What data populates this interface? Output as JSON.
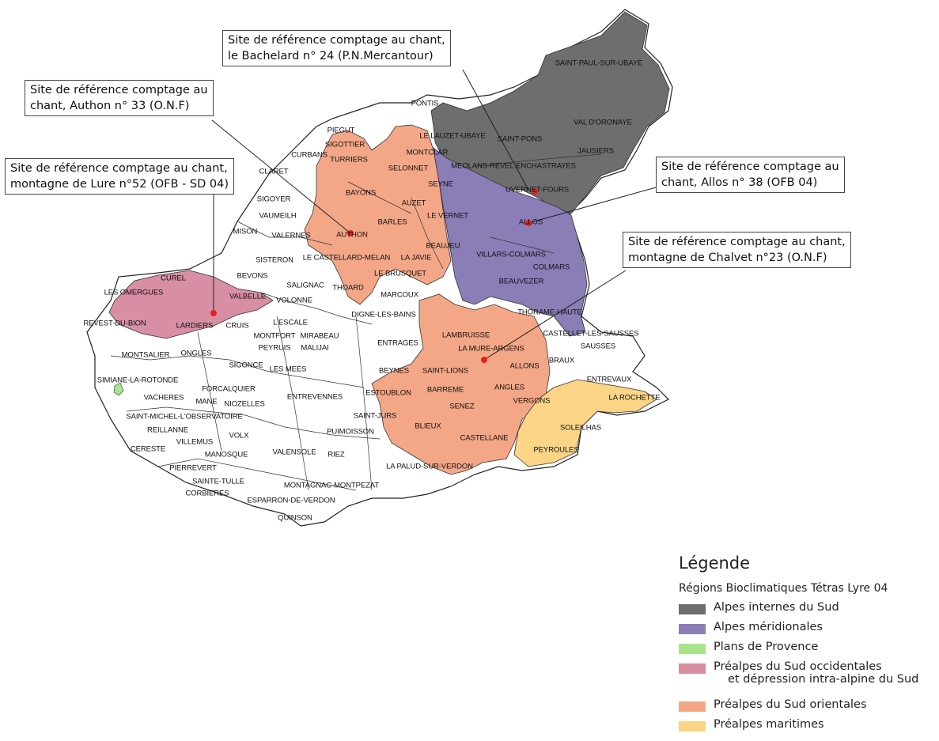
{
  "colors": {
    "alpes_internes": "#6e6e6e",
    "alpes_meridionales": "#8b7db6",
    "plans_provence": "#a8e58a",
    "prealpes_occidentales": "#d88ea3",
    "prealpes_orientales": "#f3a787",
    "prealpes_maritimes": "#fbd485",
    "site_marker": "#e0201f"
  },
  "callouts": {
    "bachelard": [
      "Site de référence comptage au chant,",
      "le Bachelard n° 24 (P.N.Mercantour)"
    ],
    "authon": [
      "Site de référence comptage au",
      "chant, Authon n° 33 (O.N.F)"
    ],
    "lure": [
      "Site de référence comptage au chant,",
      "montagne de Lure n°52 (OFB - SD 04)"
    ],
    "allos": [
      "Site de référence comptage au",
      "chant, Allos n° 38 (OFB 04)"
    ],
    "chalvet": [
      "Site de référence comptage au chant,",
      "montagne de Chalvet n°23 (O.N.F)"
    ]
  },
  "communes": [
    "SAINT-PAUL-SUR-UBAYE",
    "PONTIS",
    "LE LAUZET-UBAYE",
    "SAINT-PONS",
    "VAL D'ORONAYE",
    "JAUSIERS",
    "MEOLANS-REVEL",
    "ENCHASTRAYES",
    "UVERNET-FOURS",
    "ALLOS",
    "PIEGUT",
    "SIGOTTIER",
    "CURBANS",
    "TURRIERS",
    "MONTCLAR",
    "SELONNET",
    "SEYNE",
    "CLARET",
    "SIGOYER",
    "BAYONS",
    "AUZET",
    "VAUMEILH",
    "BARLES",
    "LE VERNET",
    "MISON",
    "VALERNES",
    "AUTHON",
    "BEAUJEU",
    "VILLARS-COLMARS",
    "COLMARS",
    "SISTERON",
    "LE CASTELLARD-MELAN",
    "LA JAVIE",
    "LE BRUSQUET",
    "BEVONS",
    "SALIGNAC",
    "CUREL",
    "LES OMERGUES",
    "VALBELLE",
    "THOARD",
    "BEAUVEZER",
    "MARCOUX",
    "VOLONNE",
    "THORAME-HAUTE",
    "REVEST-DU-BION",
    "LARDIERS",
    "CRUIS",
    "L'ESCALE",
    "DIGNE-LES-BAINS",
    "CASTELLET-LES-SAUSSES",
    "LAMBRUISSE",
    "SAUSSES",
    "MONTFORT",
    "MIRABEAU",
    "PEYRUIS",
    "MALIJAI",
    "ENTRAGES",
    "LA MURE-ARGENS",
    "MONTSALIER",
    "ONGLES",
    "SIGONCE",
    "LES MEES",
    "BEYNES",
    "BRAUX",
    "ALLONS",
    "SAINT-LIONS",
    "SIMIANE-LA-ROTONDE",
    "ENTREVAUX",
    "FORCALQUIER",
    "BARREME",
    "ANGLES",
    "VACHERES",
    "MANE",
    "NIOZELLES",
    "ENTREVENNES",
    "ESTOUBLON",
    "LA ROCHETTE",
    "VERGONS",
    "SENEZ",
    "SAINT-MICHEL-L'OBSERVATOIRE",
    "SAINT-JURS",
    "SOLEILHAS",
    "REILLANNE",
    "PUIMOISSON",
    "BLIEUX",
    "VILLEMUS",
    "VOLX",
    "CASTELLANE",
    "CERESTE",
    "MANOSQUE",
    "VALENSOLE",
    "RIEZ",
    "PEYROULES",
    "PIERREVERT",
    "LA PALUD-SUR-VERDON",
    "SAINTE-TULLE",
    "MONTAGNAC-MONTPEZAT",
    "CORBIERES",
    "ESPARRON-DE-VERDON",
    "QUINSON"
  ],
  "legend": {
    "title": "Légende",
    "subtitle": "Régions Bioclimatiques Tétras Lyre 04",
    "items": [
      {
        "label": "Alpes internes du Sud",
        "color_key": "alpes_internes"
      },
      {
        "label": "Alpes méridionales",
        "color_key": "alpes_meridionales"
      },
      {
        "label": "Plans de Provence",
        "color_key": "plans_provence"
      },
      {
        "label": "Préalpes du Sud occidentales",
        "label2": "et dépression intra-alpine du Sud",
        "color_key": "prealpes_occidentales"
      },
      {
        "label": "Préalpes du Sud orientales",
        "color_key": "prealpes_orientales"
      },
      {
        "label": "Préalpes maritimes",
        "color_key": "prealpes_maritimes"
      }
    ]
  }
}
